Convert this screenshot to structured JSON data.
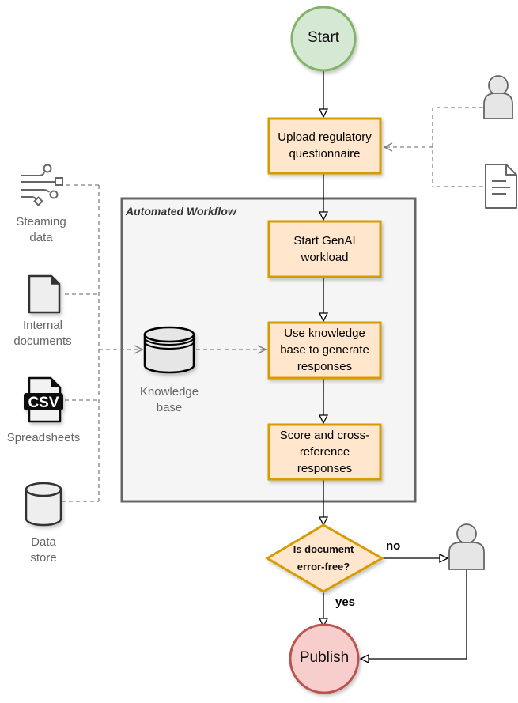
{
  "diagram": {
    "container": {
      "title": "Automated Workflow"
    },
    "start": {
      "label": "Start"
    },
    "steps": [
      {
        "id": "upload",
        "label": "Upload regulatory questionnaire",
        "lines": [
          "Upload regulatory",
          "questionnaire"
        ]
      },
      {
        "id": "genai",
        "label": "Start GenAI workload",
        "lines": [
          "Start GenAI",
          "workload"
        ]
      },
      {
        "id": "kb-generate",
        "label": "Use knowledge base to generate responses",
        "lines": [
          "Use knowledge",
          "base to generate",
          "responses"
        ]
      },
      {
        "id": "score",
        "label": "Score and cross-reference responses",
        "lines": [
          "Score and cross-",
          "reference",
          "responses"
        ]
      }
    ],
    "decision": {
      "label": "Is document error-free?",
      "lines": [
        "Is document",
        "error-free?"
      ]
    },
    "end": {
      "label": "Publish"
    },
    "edge_labels": {
      "no": "no",
      "yes": "yes"
    },
    "knowledge_base": {
      "lines": [
        "Knowledge",
        "base"
      ],
      "icon": "database-icon"
    },
    "sources": [
      {
        "id": "streaming",
        "lines": [
          "Steaming",
          "data"
        ],
        "icon": "streaming-data-icon"
      },
      {
        "id": "internal-docs",
        "lines": [
          "Internal",
          "documents"
        ],
        "icon": "document-icon"
      },
      {
        "id": "spreadsheets",
        "lines": [
          "Spreadsheets"
        ],
        "icon": "csv-file-icon",
        "badge": "CSV"
      },
      {
        "id": "data-store",
        "lines": [
          "Data",
          "store"
        ],
        "icon": "cylinder-database-icon"
      }
    ],
    "inputs": [
      {
        "id": "user-input",
        "icon": "user-icon"
      },
      {
        "id": "document-input",
        "icon": "text-document-icon"
      }
    ],
    "reviewer": {
      "icon": "user-icon"
    },
    "colors": {
      "start_fill": "#d5e8d4",
      "start_stroke": "#82b366",
      "process_fill": "#ffe6cc",
      "process_stroke": "#d79b00",
      "end_fill": "#f8cecc",
      "end_stroke": "#b85450",
      "container_fill": "#f5f5f5",
      "container_stroke": "#666666",
      "icon_fill": "#e6e6e6",
      "icon_stroke": "#666666",
      "edge": "#000000",
      "dashed_edge": "#808080"
    }
  }
}
